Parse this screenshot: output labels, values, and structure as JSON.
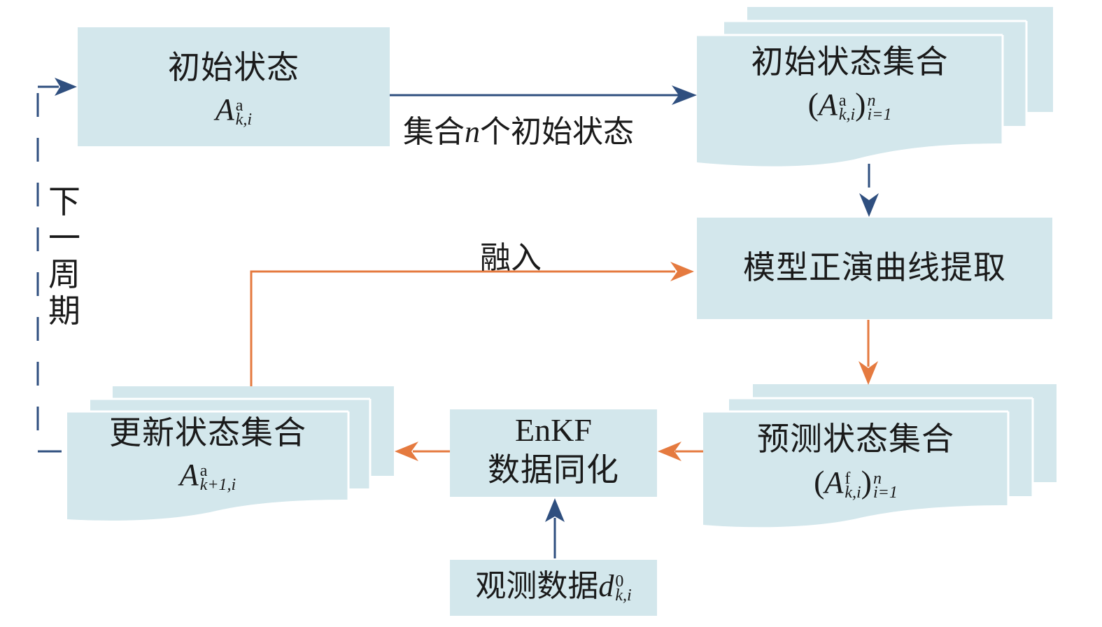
{
  "nodes": {
    "initial_state": {
      "title": "初始状态",
      "formula": {
        "base": "A",
        "sup": "a",
        "sub": "k,i"
      }
    },
    "initial_ensemble": {
      "title": "初始状态集合",
      "formula": {
        "open": "(",
        "base": "A",
        "sup": "a",
        "sub": "k,i",
        "close": ")",
        "upper": "n",
        "lower": "i=1"
      }
    },
    "forward_model": {
      "title": "模型正演曲线提取"
    },
    "forecast_ensemble": {
      "title": "预测状态集合",
      "formula": {
        "open": "(",
        "base": "A",
        "sup": "f",
        "sub": "k,i",
        "close": ")",
        "upper": "n",
        "lower": "i=1"
      }
    },
    "enkf": {
      "line1": "EnKF",
      "line2": "数据同化"
    },
    "updated_ensemble": {
      "title": "更新状态集合",
      "formula": {
        "base": "A",
        "sup": "a",
        "sub": "k+1,i"
      }
    },
    "observations": {
      "title": "观测数据",
      "formula": {
        "base": "d",
        "sup": "0",
        "sub": "k,i"
      }
    }
  },
  "edges": {
    "ensemble_label": {
      "pre": "集合",
      "var": "n",
      "post": "个初始状态"
    },
    "fusion_label": "融入",
    "next_cycle_chars": [
      "下",
      "一",
      "周",
      "期"
    ]
  },
  "colors": {
    "box_fill": "#d3e7ec",
    "blue_arrow": "#2f4f7f",
    "orange_arrow": "#e57a3f"
  }
}
